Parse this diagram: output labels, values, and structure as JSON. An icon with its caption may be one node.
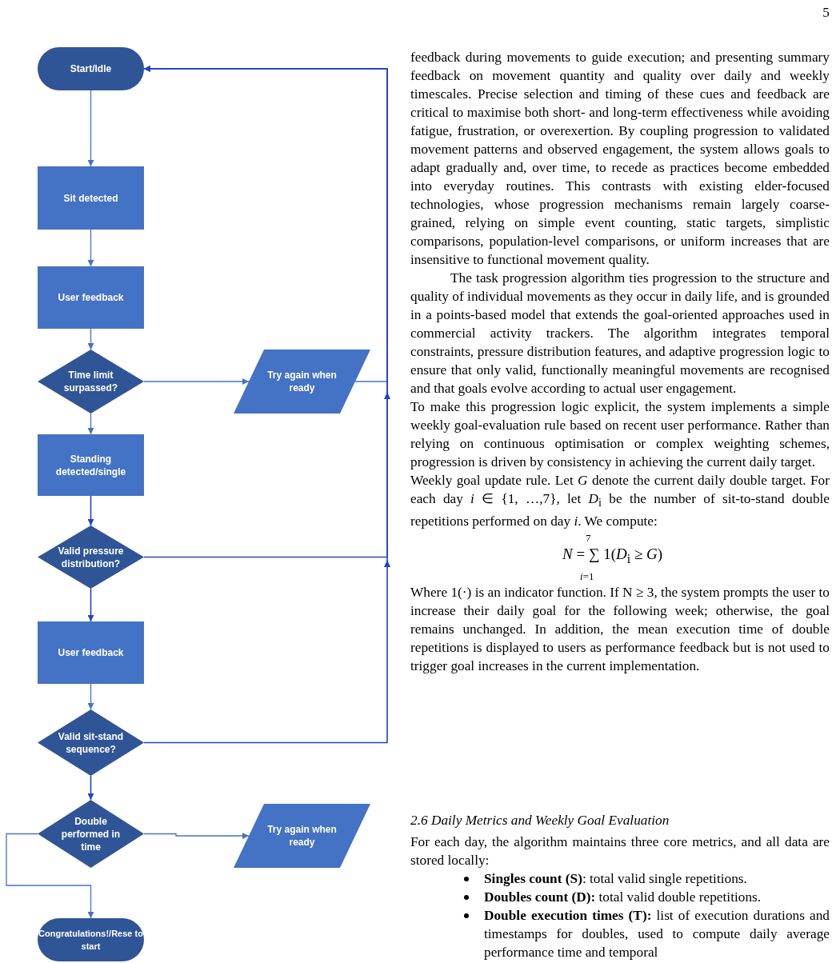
{
  "diagram": {
    "nodes": [
      {
        "text": [
          "Start/Idle"
        ]
      },
      {
        "text": [
          "Sit detected"
        ]
      },
      {
        "text": [
          "User feedback"
        ]
      },
      {
        "text": [
          "Time limit surpassed?"
        ]
      },
      {
        "text": [
          "Try again when ready"
        ]
      },
      {
        "text": [
          "Standing detected/single"
        ]
      },
      {
        "text": [
          "Valid pressure distribution?"
        ]
      },
      {
        "text": [
          "User feedback"
        ]
      },
      {
        "text": [
          "Valid sit-stand sequence?"
        ]
      },
      {
        "text": [
          "Double performed in time"
        ]
      },
      {
        "text": [
          "Try again when ready"
        ]
      },
      {
        "text": [
          "Congratulations!/Rese to start"
        ]
      }
    ],
    "edges": [
      {
        "from": 0,
        "to": 1,
        "arrow": "to"
      },
      {
        "from": 1,
        "to": 2,
        "arrow": "to"
      },
      {
        "from": 2,
        "to": 3,
        "arrow": "to"
      },
      {
        "from": 3,
        "to": 4,
        "arrow": "to"
      },
      {
        "from": 4,
        "to": 0,
        "arrow": "to"
      },
      {
        "from": 3,
        "to": 5,
        "arrow": "to"
      },
      {
        "from": 5,
        "to": 6,
        "arrow": "to",
        "color": "#2243c9"
      },
      {
        "from": 6,
        "to": 7,
        "arrow": "to",
        "color": "#2243c9"
      },
      {
        "from": 6,
        "to": 0,
        "arrow": "to",
        "color": "#2243c9"
      },
      {
        "from": 7,
        "to": 8,
        "arrow": "to"
      },
      {
        "from": 8,
        "to": 0,
        "arrow": "to",
        "color": "#2243c9"
      },
      {
        "from": 8,
        "to": 9,
        "arrow": "to",
        "color": "#2243c9"
      },
      {
        "from": 9,
        "to": 10,
        "arrow": "to"
      },
      {
        "from": 9,
        "to": 11,
        "arrow": "to"
      }
    ],
    "labels": [
      "5",
      "feedback during movements to guide execution; and presenting summary feedback on movement quantity and quality over daily and weekly timescales. Precise selection and timing of these cues and feedback are critical to maximise both short- and long-term effectiveness while avoiding fatigue, frustration, or overexertion. By coupling progression to validated movement patterns and observed engagement, the system allows goals to adapt gradually and, over time, to recede as practices become embedded into everyday routines. This contrasts with existing elder-focused technologies, whose progression mechanisms remain largely coarse-grained, relying on simple event counting, static targets, simplistic comparisons, population-level comparisons, or uniform increases that are insensitive to functional movement quality.",
      "The task progression algorithm ties progression to the structure and quality of individual movements as they occur in daily life, and is grounded in a points-based model that extends the goal-oriented approaches used in commercial activity trackers. The algorithm integrates temporal constraints, pressure distribution features, and adaptive progression logic to ensure that only valid, functionally meaningful movements are recognised and that goals evolve according to actual user engagement.",
      "To make this progression logic explicit, the system implements a simple weekly goal-evaluation rule based on recent user performance. Rather than relying on continuous optimisation or complex weighting schemes, progression is driven by consistency in achieving the current daily target.",
      "Weekly goal update rule. Let *G* denote the current daily double target. For each day *i* ∈ {1, …,7}, let *D*$_{i}$ be the number of sit-to-stand double repetitions performed on day *i*. We compute:",
      "7",
      "*N* = ∑ 1(*D*$_{i}$ ≥ *G*)",
      "*i*=1",
      "Where 1(·) is an indicator function. If N ≥ 3, the system prompts the user to increase their daily goal for the following week; otherwise, the goal remains unchanged. In addition, the mean execution time of double repetitions is displayed to users as performance feedback but is not used to trigger goal increases in the current implementation.",
      "2.6 Daily Metrics and Weekly Goal Evaluation",
      "For each day, the algorithm maintains three core metrics, and all data are stored locally:",
      "**Singles count (S)**: total valid single repetitions.",
      "**Doubles count (D):** total valid double repetitions.",
      "**Double execution times (T):** list of execution durations and timestamps for doubles, used to compute daily average performance time and temporal"
    ]
  }
}
